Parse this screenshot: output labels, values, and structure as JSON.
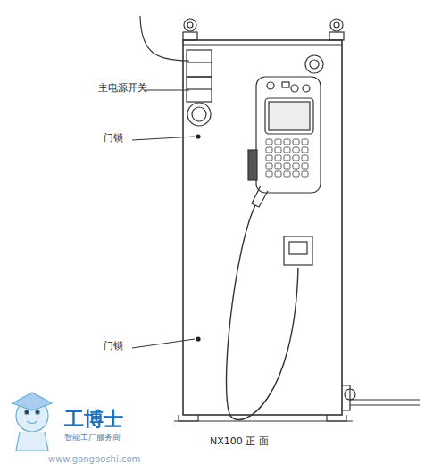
{
  "diagram": {
    "caption": "NX100 正 面",
    "labels": [
      "主电源开关",
      "门锁",
      "门锁",
      "工博士",
      "智能工厂服务商",
      "www.gongboshi.com"
    ]
  }
}
